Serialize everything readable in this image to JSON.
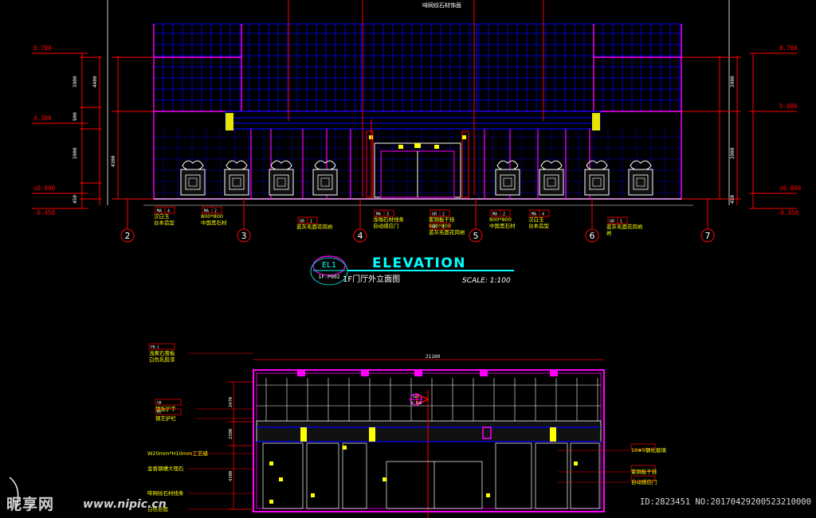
{
  "top_elevation": {
    "top_note": "啡网纹石材饰面",
    "title_tag": "EL1",
    "title_sub": "1F-P002",
    "title_word": "ELEVATION",
    "title_cn": "1F门厅外立面图",
    "scale": "SCALE: 1:100",
    "levels_left": [
      "8.700",
      "4.300",
      "±0.000",
      "-0.450"
    ],
    "levels_right": [
      "8.700",
      "5.000",
      "±0.000",
      "-0.450"
    ],
    "dims_left": [
      "3900",
      "900",
      "3900",
      "450"
    ],
    "dims_left_outer": [
      "4400",
      "4300"
    ],
    "axes": [
      "2",
      "3",
      "4",
      "5",
      "6",
      "7"
    ],
    "callouts": [
      {
        "code": "MA",
        "num": "4",
        "text1": "汉白玉",
        "text2": "台本造型"
      },
      {
        "code": "MA",
        "num": "2",
        "text1": "800*800",
        "text2": "中国黑石材"
      },
      {
        "code": "GR",
        "num": "1",
        "text1": "蓝灰毛面花岗岩",
        "text2": ""
      },
      {
        "code": "MA",
        "num": "3",
        "text1": "浅咖石材线条",
        "text2": "自动感应门"
      },
      {
        "code": "GR",
        "num": "2",
        "text1": "紫铜板干挂",
        "text2": "800*800"
      },
      {
        "code": "GR",
        "num": "1",
        "text1": "蓝灰毛面花岗岩",
        "text2": ""
      },
      {
        "code": "MA",
        "num": "2",
        "text1": "800*800",
        "text2": "中国黑石材"
      },
      {
        "code": "MA",
        "num": "4",
        "text1": "汉白玉",
        "text2": "台本造型"
      },
      {
        "code": "GR",
        "num": "1",
        "text1": "蓝灰毛面花岗岩",
        "text2": "岩"
      }
    ]
  },
  "bottom_elevation": {
    "overall_dim": "21100",
    "section_tag": "SE1",
    "section_sub": "1F-P05",
    "left_notes": [
      {
        "code": "PB-1",
        "lines": [
          "浅黄石膏板",
          "白色乳胶漆"
        ]
      },
      {
        "code": "GB",
        "lines": [
          "钢板护手"
        ]
      },
      {
        "code": "MT",
        "lines": [
          "钢艺护栏"
        ]
      },
      {
        "code": "",
        "lines": [
          "W20mm*H10mm工艺缝"
        ]
      },
      {
        "code": "",
        "lines": [
          "金香钢槽大理石"
        ]
      },
      {
        "code": "",
        "lines": [
          "啡网纹石材线条"
        ]
      },
      {
        "code": "",
        "lines": [
          "白色台面"
        ]
      }
    ],
    "right_notes": [
      {
        "code": "",
        "lines": [
          "10#5钢化玻璃"
        ]
      },
      {
        "code": "",
        "lines": [
          "紫铜板干挂"
        ]
      },
      {
        "code": "",
        "lines": [
          "自动感应门"
        ]
      }
    ],
    "dims": [
      "2470",
      "2300",
      "4300"
    ]
  },
  "watermark": {
    "site_cn": "昵享网",
    "site_url": "www.nipic.cn",
    "id_text": "ID:2823451 NO:20170429200523210000"
  },
  "colors": {
    "magenta": "#ff00ff",
    "blue": "#0000ff",
    "red": "#ff0000",
    "yellow": "#ffff00",
    "cyan": "#00ffff",
    "white": "#ffffff",
    "green": "#00ff00"
  }
}
